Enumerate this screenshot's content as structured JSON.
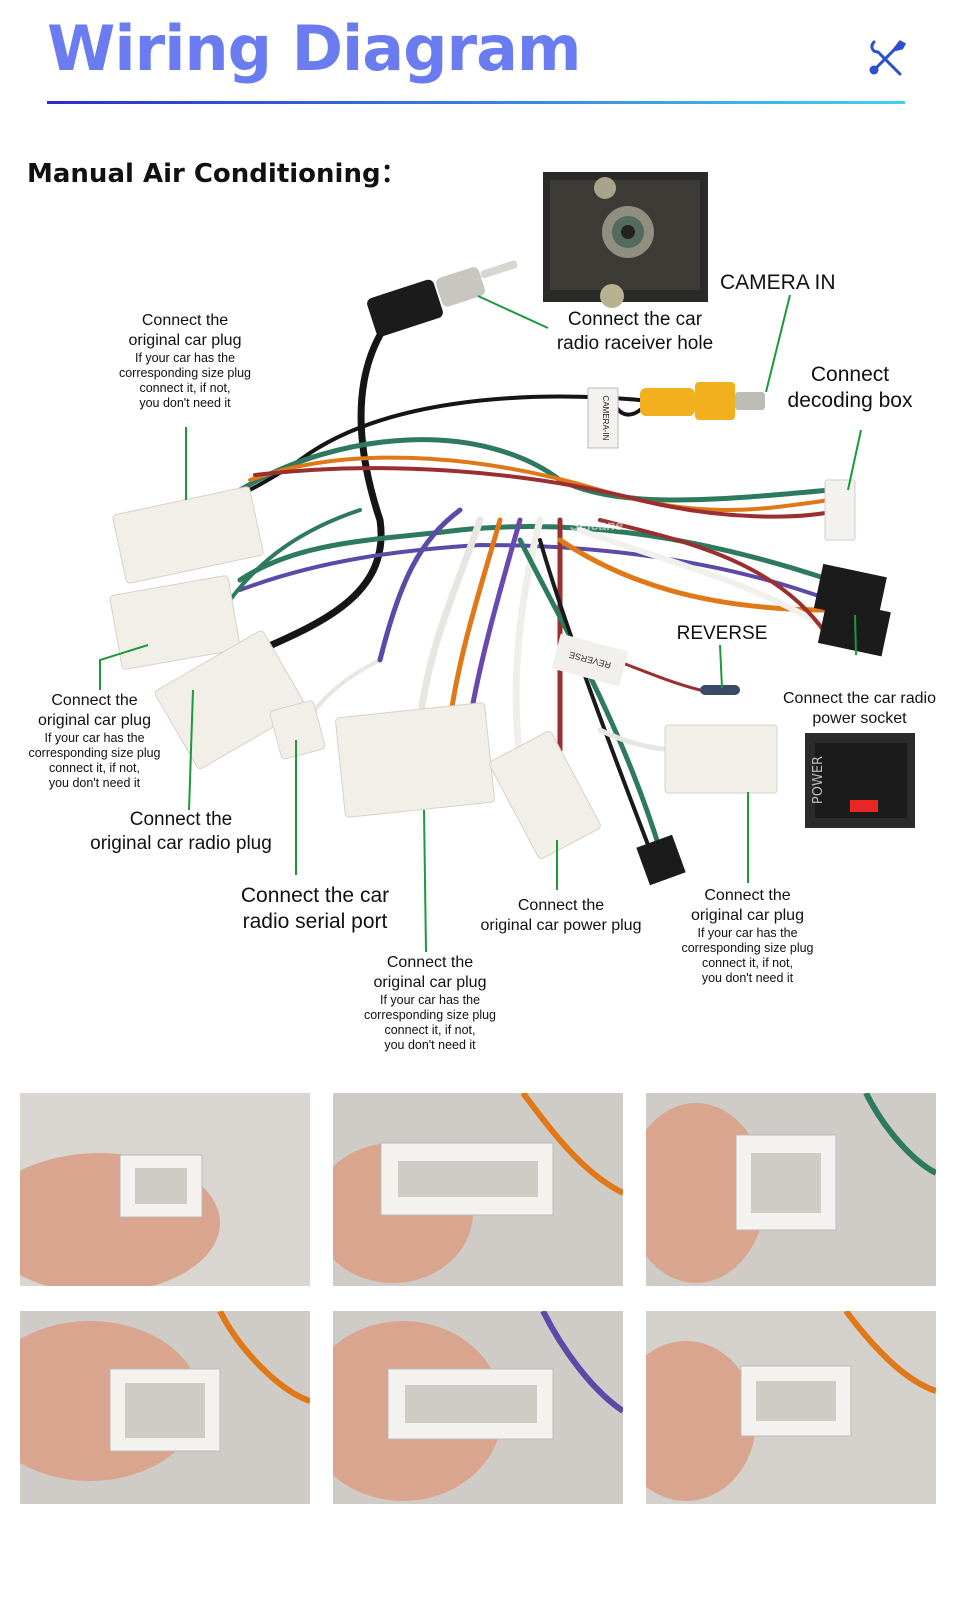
{
  "header": {
    "title": "Wiring Diagram",
    "icon": "tools-icon"
  },
  "section_title": "Manual Air Conditioning：",
  "labels": {
    "camera_in": "CAMERA IN",
    "antenna": "Connect the  car\nradio raceiver hole",
    "decoding": "Connect\ndecoding box",
    "orig_plug_1_main": "Connect the\noriginal car plug",
    "orig_plug_1_note": "If your car has the\ncorresponding size plug\nconnect it, if not,\nyou don't need it",
    "orig_plug_2_main": "Connect the\noriginal car plug",
    "orig_plug_2_note": "If your car has the\ncorresponding size plug\nconnect it, if not,\nyou don't need it",
    "radio_plug": "Connect the\noriginal car radio plug",
    "serial_port": "Connect the car\nradio  serial port",
    "orig_plug_3_main": "Connect the\noriginal car plug",
    "orig_plug_3_note": "If your car has the\ncorresponding size plug\nconnect it, if not,\nyou don't need it",
    "power_plug": "Connect the\noriginal car power plug",
    "orig_plug_4_main": "Connect the\noriginal car plug",
    "orig_plug_4_note": "If your car has the\ncorresponding size plug\nconnect it, if not,\nyou don't need it",
    "reverse": "REVERSE",
    "power_socket": "Connect the car radio\npower socket",
    "power_tag": "POWER",
    "camera_tag": "CAMERA-IN",
    "reverse_tag": "REVERSE",
    "brand_watermark": "Seicane"
  },
  "colors": {
    "title": "#6b7cf0",
    "leader_line": "#1a9a3c",
    "connector_white": "#f2efe9",
    "connector_black": "#1b1b1b",
    "rca_yellow": "#f2b01e"
  },
  "photos": [
    {
      "name": "photo-connector-1"
    },
    {
      "name": "photo-connector-2"
    },
    {
      "name": "photo-connector-3"
    },
    {
      "name": "photo-connector-4"
    },
    {
      "name": "photo-connector-5"
    },
    {
      "name": "photo-connector-6"
    }
  ]
}
